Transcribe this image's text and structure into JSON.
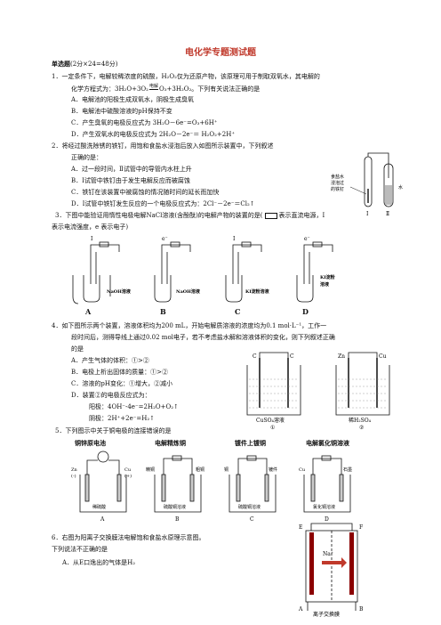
{
  "title": "电化学专题测试题",
  "section": "单选题",
  "section_note": "(2分×24=48分)",
  "q1": {
    "stem": "1．一定条件下，电解较稀浓度的硫酸，H₂O₂仅为还原产物，该原理可用于制取双氧水，其电解的",
    "stem2": "化学方程式为：3H₂O+3O₂",
    "cond": "电解",
    "stem3": "O₃+3H₂O₂。下列有关说法正确的是",
    "A": "A．电解池的阳极生成双氧水，阴极生成臭氧",
    "B": "B．电解池中硫酸溶液的pH保持不变",
    "C": "C．产生臭氧的电极反应式为 3H₂O－6e⁻=O₃+6H⁺",
    "D": "D．产生双氧水的电极反应式为 2H₂O－2e⁻＝ H₂O₂+2H⁺"
  },
  "q2": {
    "stem": "2．将经过酸洗除锈的铁钉，用饱和食盐水浸泡后放入如图所示装置中，下列叙述",
    "stem2": "正确的是：",
    "A": "A．过一段时间，Ⅱ试管中的导管内水柱上升",
    "B": "B．Ⅰ试管中铁钉由于发生电解反应而被腐蚀",
    "C": "C．铁钉在该装置中被腐蚀的情况随时间的延长而加快",
    "D": "D．Ⅰ试管中铁钉发生反应的一个电极反应式为：2Cl⁻－2e⁻＝Cl₂↑",
    "fig_label1": "食盐水",
    "fig_label2": "浸泡过",
    "fig_label3": "的铁钉",
    "fig_water": "水",
    "fig_I": "Ⅰ",
    "fig_II": "Ⅱ"
  },
  "q3": {
    "stem": "3．下图中能验证用惰性电极电解NaCl溶液(含酚酞)的电解产物的装置的是(",
    "stem_b": "表示直流电源，I",
    "stem2": "表示电流强度，e 表示电子)",
    "labels": [
      "A",
      "B",
      "C",
      "D"
    ],
    "sol": [
      "NaOH溶液",
      "NaOH溶液",
      "KI淀粉溶液",
      "KI淀粉"
    ],
    "sol_d2": "溶液",
    "cur": [
      "I",
      "e⁻",
      "I",
      "e⁻"
    ]
  },
  "q4": {
    "stem": "4．如下图所示两个装置，溶液体积均为200 mL，开始电解质溶液的浓度均为0.1 mol·L⁻¹，工作一",
    "stem2": "段时间后，测得导线上通过0.02 mol电子，若不考虑盐水解和溶液体积的变化，则下列叙述正确",
    "stem3": "的是",
    "A": "A．产生气体的体积：①>②",
    "B": "B．电极上析出固体的质量：①>②",
    "C": "C．溶液的pH变化：①增大，②减小",
    "D": "D．装置②的电极反应式为：",
    "D1": "阳极：4OH⁻-4e⁻=2H₂O+O₂↑",
    "D2": "阴极：2H⁺+2e⁻=H₂↑",
    "fig1_sol": "CuSO₄溶液",
    "fig1_num": "①",
    "fig2_sol": "稀H₂SO₄",
    "fig2_num": "②",
    "fig_C": "C",
    "fig_Zn": "Zn",
    "fig_Cu": "Cu"
  },
  "q5": {
    "stem": "5．下列图示中关于铜电极的连接错误的是",
    "titles": [
      "铜锌原电池",
      "电解精炼铜",
      "镀件上镀铜",
      "电解氯化铜溶液"
    ],
    "labels": [
      "A",
      "B",
      "C",
      "D"
    ],
    "A_sol": "稀硫酸",
    "A_zn": "Zn",
    "A_cu": "Cu",
    "A_minus": "(-)",
    "A_plus": "(+)",
    "B_l": "精铜",
    "B_r": "粗铜",
    "B_sol": "硫酸铜溶液",
    "C_l": "铜",
    "C_r": "镀件",
    "C_sol": "硫酸铜溶液",
    "D_l": "Cu",
    "D_r": "石墨",
    "D_sol": "氯化铜溶液"
  },
  "q6": {
    "stem": "6．右图为阳离子交换膜法电解饱和食盐水原理示意图。",
    "stem2": "下列说法不正确的是",
    "A": "A．从E口逸出的气体是H₂",
    "fig_E": "E",
    "fig_F": "F",
    "fig_A": "A",
    "fig_B": "B",
    "fig_ion": "Na⁺",
    "fig_membrane": "离子交换膜"
  },
  "colors": {
    "title": "#c0392b",
    "ink": "#111111",
    "arrow": "#c0392b"
  }
}
